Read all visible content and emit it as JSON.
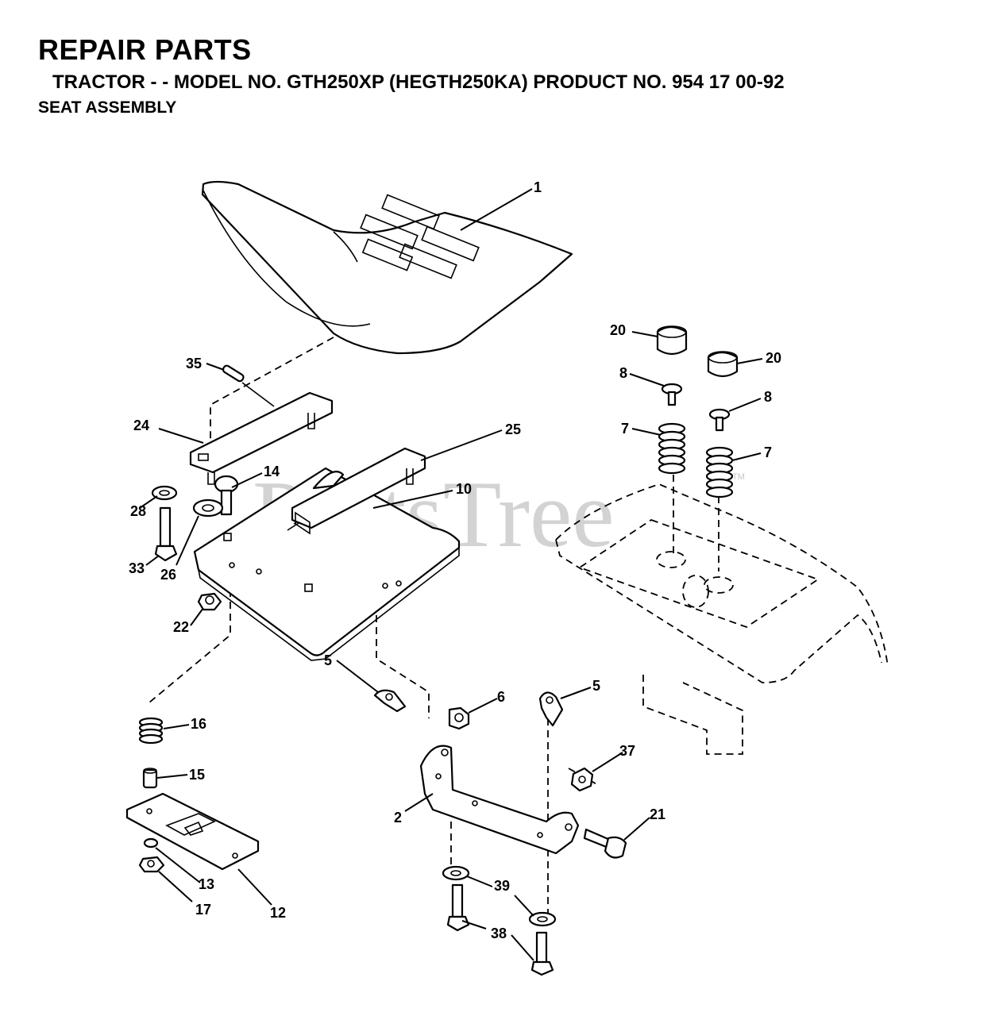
{
  "header": {
    "title": "REPAIR PARTS",
    "subtitle": "TRACTOR - - MODEL NO. GTH250XP (HEGTH250KA) PRODUCT NO. 954 17 00-92",
    "section": "SEAT ASSEMBLY"
  },
  "watermark": {
    "text": "PartsTree",
    "mark": "TM"
  },
  "callouts": {
    "c1": "1",
    "c20a": "20",
    "c20b": "20",
    "c8a": "8",
    "c8b": "8",
    "c7a": "7",
    "c7b": "7",
    "c35": "35",
    "c24": "24",
    "c25": "25",
    "c14": "14",
    "c10": "10",
    "c28": "28",
    "c33": "33",
    "c26": "26",
    "c22": "22",
    "c5a": "5",
    "c5b": "5",
    "c6": "6",
    "c16": "16",
    "c15": "15",
    "c37": "37",
    "c2": "2",
    "c21": "21",
    "c13": "13",
    "c17": "17",
    "c12": "12",
    "c39": "39",
    "c38": "38"
  }
}
